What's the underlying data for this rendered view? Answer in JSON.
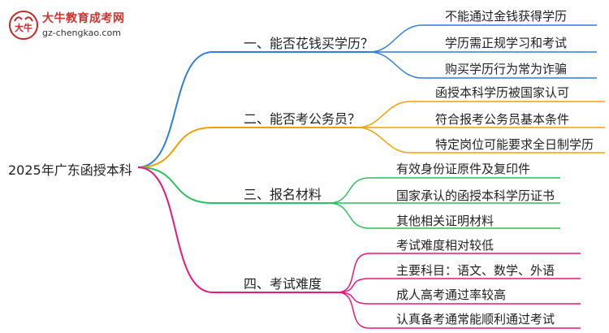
{
  "logo": {
    "title": "大牛教育成考网",
    "url": "gz-chengkao.com",
    "mark_text": "大牛"
  },
  "root": "2025年广东函授本科",
  "branches": [
    {
      "label": "一、能否花钱买学历？",
      "color": "#2f7fe0",
      "leaves": [
        "不能通过金钱获得学历",
        "学历需正规学习和考试",
        "购买学历行为常为诈骗"
      ]
    },
    {
      "label": "二、能否考公务员？",
      "color": "#f0a000",
      "leaves": [
        "函授本科学历被国家认可",
        "符合报考公务员基本条件",
        "特定岗位可能要求全日制学历"
      ]
    },
    {
      "label": "三、报名材料",
      "color": "#2bbf5e",
      "leaves": [
        "有效身份证原件及复印件",
        "国家承认的函授本科学历证书",
        "其他相关证明材料"
      ]
    },
    {
      "label": "四、考试难度",
      "color": "#e8177a",
      "leaves": [
        "考试难度相对较低",
        "主要科目：语文、数学、外语",
        "成人高考通过率较高",
        "认真备考通常能顺利通过考试"
      ]
    }
  ]
}
